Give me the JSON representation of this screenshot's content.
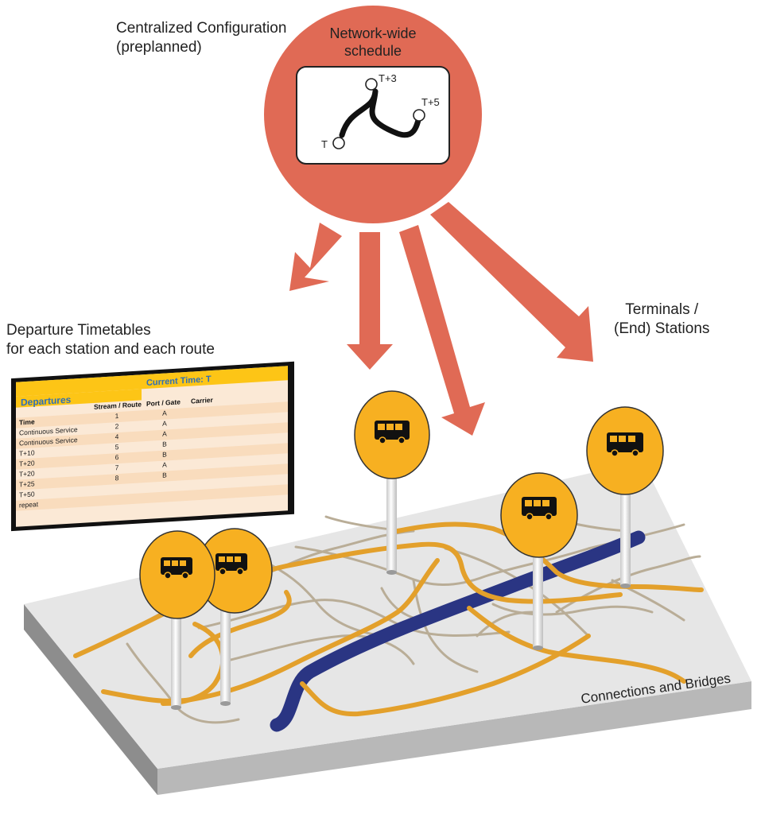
{
  "central": {
    "title_line1": "Centralized Configuration",
    "title_line2": "(preplanned)",
    "circle_label_line1": "Network-wide",
    "circle_label_line2": "schedule",
    "path_labels": [
      "T",
      "T+3",
      "T+5"
    ]
  },
  "timetable": {
    "caption_line1": "Departure Timetables",
    "caption_line2": "for each station and each route",
    "header_left": "Departures",
    "header_right": "Current Time: T",
    "columns": [
      "Time",
      "Stream / Route",
      "Port / Gate",
      "Carrier"
    ],
    "time_col": [
      "Continuous Service",
      "Continuous Service",
      "T+10",
      "T+20",
      "T+20",
      "T+25",
      "T+50",
      "repeat"
    ],
    "route_col": [
      "1",
      "2",
      "4",
      "5",
      "6",
      "7",
      "8"
    ],
    "gate_col": [
      "A",
      "A",
      "A",
      "B",
      "B",
      "A",
      "B"
    ]
  },
  "labels": {
    "terminals_line1": "Terminals /",
    "terminals_line2": "(End) Stations",
    "connections": "Connections and Bridges"
  },
  "colors": {
    "central_circle": "#e06a55",
    "arrow": "#e06a55",
    "route": "#e3a02b",
    "street": "#b9ad97",
    "river": "#2a3583",
    "sign": "#f7b021",
    "board_header": "#fdc516",
    "board_row": "#fbe4cc"
  }
}
